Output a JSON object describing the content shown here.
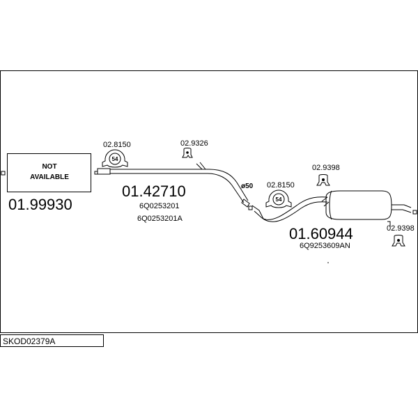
{
  "not_available": {
    "line1": "NOT",
    "line2": "AVAILABLE"
  },
  "parts": {
    "front": {
      "code": "01.99930"
    },
    "middle": {
      "code": "01.42710",
      "oem1": "6Q0253201",
      "oem2": "6Q0253201A"
    },
    "rear": {
      "code": "01.60944",
      "oem": "6Q9253609AN"
    }
  },
  "clamps": {
    "c1": {
      "code": "02.8150",
      "ring": "54"
    },
    "c2": {
      "code": "02.8150",
      "ring": "54"
    }
  },
  "hangers": {
    "h1": {
      "code": "02.9326"
    },
    "h2": {
      "code": "02.9398"
    },
    "h3": {
      "code": "02.9398"
    }
  },
  "pipe_diameter": "ø50",
  "reference": "SKOD02379A"
}
